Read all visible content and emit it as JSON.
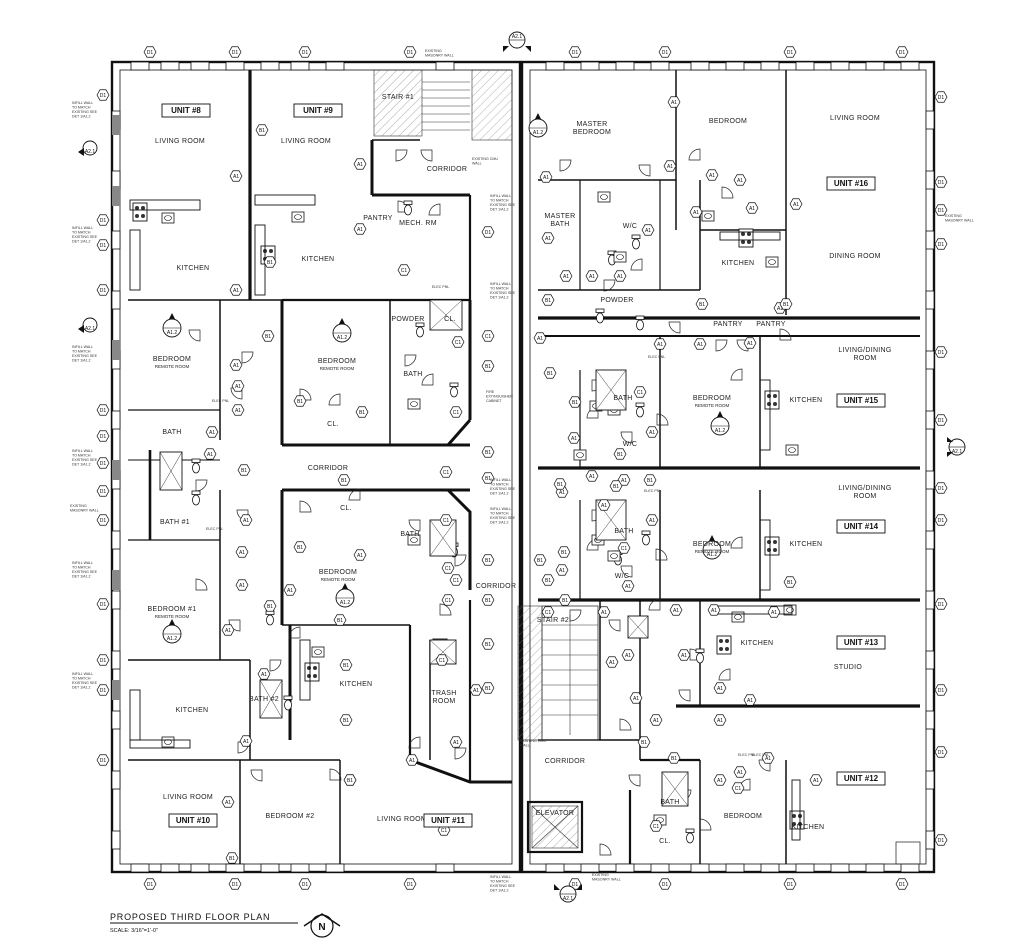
{
  "title": "PROPOSED THIRD FLOOR PLAN",
  "scale": "SCALE: 3/16\"=1'-0\"",
  "north_arrow": "N",
  "rooms": [
    {
      "id": "unit8-living",
      "label": "LIVING ROOM"
    },
    {
      "id": "unit9-living",
      "label": "LIVING ROOM"
    },
    {
      "id": "stair1",
      "label": "STAIR #1"
    },
    {
      "id": "corridor-top",
      "label": "CORRIDOR"
    },
    {
      "id": "pantry-top",
      "label": "PANTRY"
    },
    {
      "id": "mech-rm",
      "label": "MECH. RM"
    },
    {
      "id": "master-bedroom",
      "label": "MASTER BEDROOM"
    },
    {
      "id": "master-bath",
      "label": "MASTER BATH"
    },
    {
      "id": "wc-top",
      "label": "W/C"
    },
    {
      "id": "bedroom-u16",
      "label": "BEDROOM"
    },
    {
      "id": "u16-living",
      "label": "LIVING ROOM"
    },
    {
      "id": "u16-dining",
      "label": "DINING ROOM"
    },
    {
      "id": "u16-kitchen",
      "label": "KITCHEN"
    },
    {
      "id": "kitchen-u8",
      "label": "KITCHEN"
    },
    {
      "id": "kitchen-u9",
      "label": "KITCHEN"
    },
    {
      "id": "powder-top",
      "label": "POWDER"
    },
    {
      "id": "powder-left",
      "label": "POWDER"
    },
    {
      "id": "cl-top",
      "label": "CL."
    },
    {
      "id": "pantry-r1",
      "label": "PANTRY"
    },
    {
      "id": "pantry-r2",
      "label": "PANTRY"
    },
    {
      "id": "bedroom-left-top",
      "label": "BEDROOM"
    },
    {
      "id": "bedroom-mid-top",
      "label": "BEDROOM"
    },
    {
      "id": "bath-mid-top",
      "label": "BATH"
    },
    {
      "id": "cl-mid-top",
      "label": "CL."
    },
    {
      "id": "bath-left",
      "label": "BATH"
    },
    {
      "id": "corridor-mid",
      "label": "CORRIDOR"
    },
    {
      "id": "bath1",
      "label": "BATH #1"
    },
    {
      "id": "bath-u15",
      "label": "BATH"
    },
    {
      "id": "bedroom-u15",
      "label": "BEDROOM"
    },
    {
      "id": "wc-u15",
      "label": "W/C"
    },
    {
      "id": "kitchen-u15",
      "label": "KITCHEN"
    },
    {
      "id": "living-u15",
      "label": "LIVING/DINING ROOM"
    },
    {
      "id": "cl-mid-low",
      "label": "CL."
    },
    {
      "id": "bath-mid-low",
      "label": "BATH"
    },
    {
      "id": "bedroom-mid-low",
      "label": "BEDROOM"
    },
    {
      "id": "corridor-right",
      "label": "CORRIDOR"
    },
    {
      "id": "bath-u14",
      "label": "BATH"
    },
    {
      "id": "bedroom-u14",
      "label": "BEDROOM"
    },
    {
      "id": "wc-u14",
      "label": "W/C"
    },
    {
      "id": "kitchen-u14",
      "label": "KITCHEN"
    },
    {
      "id": "living-u14",
      "label": "LIVING/DINING ROOM"
    },
    {
      "id": "bedroom1",
      "label": "BEDROOM #1"
    },
    {
      "id": "stair2",
      "label": "STAIR #2"
    },
    {
      "id": "kitchen-u13",
      "label": "KITCHEN"
    },
    {
      "id": "studio-u13",
      "label": "STUDIO"
    },
    {
      "id": "kitchen-u10",
      "label": "KITCHEN"
    },
    {
      "id": "kitchen-u11",
      "label": "KITCHEN"
    },
    {
      "id": "trash-room",
      "label": "TRASH ROOM"
    },
    {
      "id": "bath2",
      "label": "BATH #2"
    },
    {
      "id": "corridor-bottom",
      "label": "CORRIDOR"
    },
    {
      "id": "living-u10",
      "label": "LIVING ROOM"
    },
    {
      "id": "bedroom2",
      "label": "BEDROOM #2"
    },
    {
      "id": "living-u11",
      "label": "LIVING ROOM"
    },
    {
      "id": "elevator",
      "label": "ELEVATOR"
    },
    {
      "id": "bath-u12",
      "label": "BATH"
    },
    {
      "id": "bedroom-u12",
      "label": "BEDROOM"
    },
    {
      "id": "kitchen-u12",
      "label": "KITCHEN"
    },
    {
      "id": "cl-u12",
      "label": "CL."
    }
  ],
  "remote_room_label": "REMOTE ROOM",
  "units": [
    "UNIT #8",
    "UNIT #9",
    "UNIT #16",
    "UNIT #15",
    "UNIT #14",
    "UNIT #13",
    "UNIT #12",
    "UNIT #10",
    "UNIT #11"
  ],
  "tags": {
    "wall_a": "A1",
    "wall_b": "B1",
    "wall_c": "C1",
    "wall_d": "D1",
    "detail": "A1.2",
    "section": "A2.1"
  },
  "notes": {
    "infill": "INFILL WALL TO MATCH EXISTING SEE DET 1/A1.2",
    "existing_masonry": "EXISTING MASONRY WALL",
    "existing_cmu": "EXISTING CMU WALL",
    "fire_ext": "FIRE EXTINGUISHER CABINET",
    "elec_pnl": "ELEC PNL"
  },
  "colors": {
    "ink": "#111111",
    "paper": "#ffffff",
    "hatch": "#555555"
  }
}
